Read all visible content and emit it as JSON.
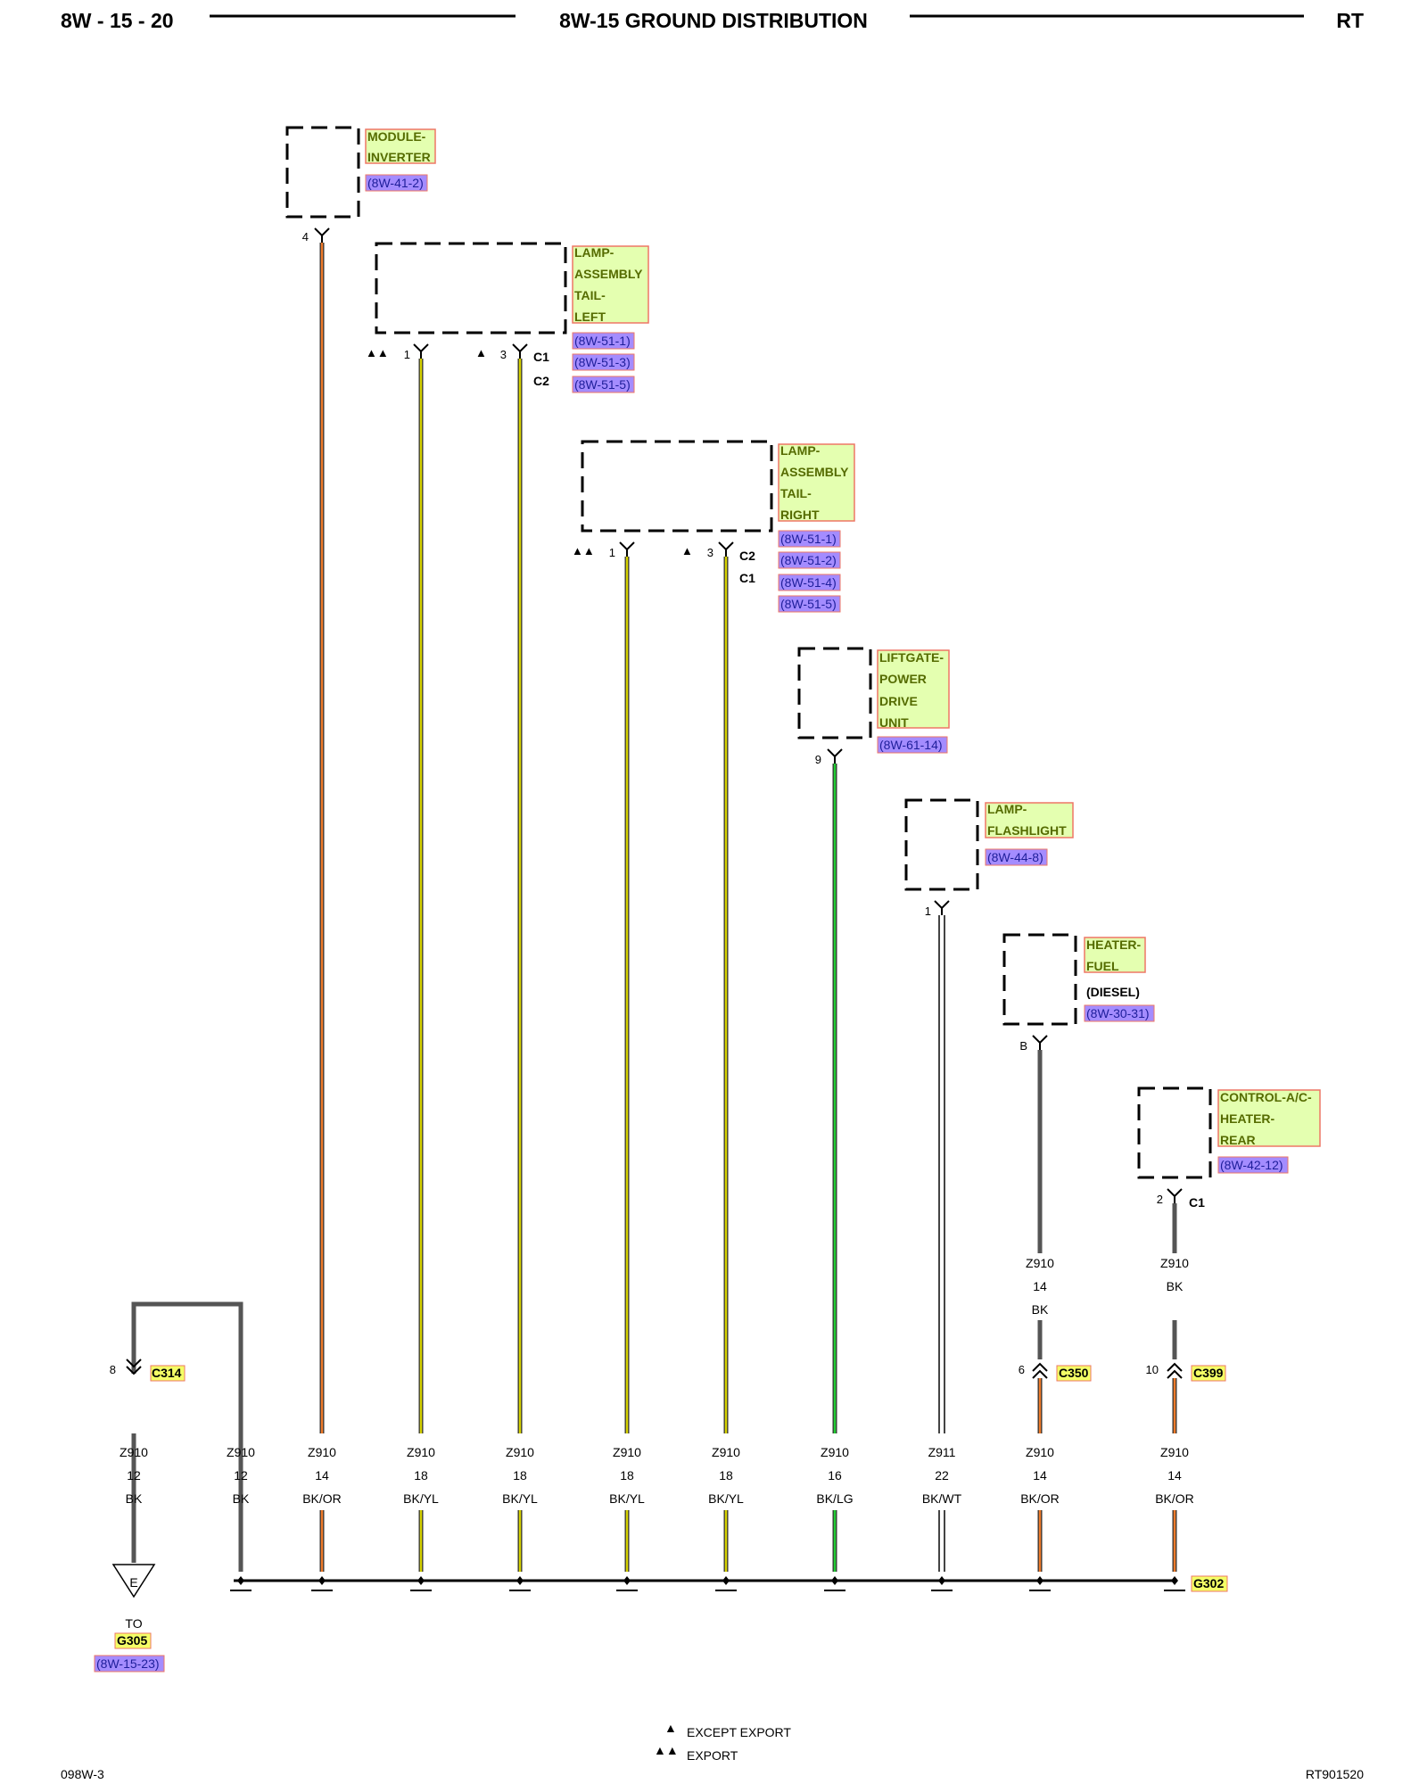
{
  "header": {
    "page_number": "8W - 15 - 20",
    "title": "8W-15 GROUND DISTRIBUTION",
    "model": "RT"
  },
  "colors": {
    "component_fill": "#e4ffb0",
    "component_border": "#ee7766",
    "component_text": "#556b00",
    "ref_fill": "#a48cff",
    "ref_text": "#1f1f9a",
    "splice_fill": "#f4ff66",
    "wire_bk": "#555555",
    "wire_or": "#f07b2a",
    "wire_yl": "#d6d200",
    "wire_lg": "#22cc33",
    "wire_wt": "#ffffff"
  },
  "components": [
    {
      "lines": [
        "MODULE-",
        "INVERTER"
      ],
      "refs": [
        "(8W-41-2)"
      ]
    },
    {
      "lines": [
        "LAMP-",
        "ASSEMBLY",
        "TAIL-",
        "LEFT"
      ],
      "refs": [
        "(8W-51-1)",
        "(8W-51-3)",
        "(8W-51-5)"
      ],
      "connectors": [
        "C1",
        "C2"
      ]
    },
    {
      "lines": [
        "LAMP-",
        "ASSEMBLY",
        "TAIL-",
        "RIGHT"
      ],
      "refs": [
        "(8W-51-1)",
        "(8W-51-2)",
        "(8W-51-4)",
        "(8W-51-5)"
      ],
      "connectors": [
        "C2",
        "C1"
      ]
    },
    {
      "lines": [
        "LIFTGATE-",
        "POWER",
        "DRIVE",
        "UNIT"
      ],
      "refs": [
        "(8W-61-14)"
      ]
    },
    {
      "lines": [
        "LAMP-",
        "FLASHLIGHT"
      ],
      "refs": [
        "(8W-44-8)"
      ]
    },
    {
      "lines": [
        "HEATER-",
        "FUEL"
      ],
      "note": "(DIESEL)",
      "refs": [
        "(8W-30-31)"
      ]
    },
    {
      "lines": [
        "CONTROL-A/C-",
        "HEATER-",
        "REAR"
      ],
      "refs": [
        "(8W-42-12)"
      ],
      "connectors": [
        "C1"
      ]
    }
  ],
  "pins": {
    "inverter": "4",
    "tail_left": [
      "1",
      "3"
    ],
    "tail_right": [
      "1",
      "3"
    ],
    "liftgate": "9",
    "flashlight": "1",
    "heater_fuel": "B",
    "rear_hvac": "2"
  },
  "export_marks": {
    "single": "▲",
    "double": "▲▲"
  },
  "inline_connectors": [
    {
      "pin": "8",
      "name": "C314"
    },
    {
      "pin": "6",
      "name": "C350"
    },
    {
      "pin": "10",
      "name": "C399"
    }
  ],
  "upper_wires": [
    {
      "circuit": "Z910",
      "gauge": "14",
      "color": "BK"
    },
    {
      "circuit": "Z910",
      "gauge": "",
      "color": "BK"
    }
  ],
  "wires": [
    {
      "circuit": "Z910",
      "gauge": "12",
      "color": "BK"
    },
    {
      "circuit": "Z910",
      "gauge": "12",
      "color": "BK"
    },
    {
      "circuit": "Z910",
      "gauge": "14",
      "color": "BK/OR"
    },
    {
      "circuit": "Z910",
      "gauge": "18",
      "color": "BK/YL"
    },
    {
      "circuit": "Z910",
      "gauge": "18",
      "color": "BK/YL"
    },
    {
      "circuit": "Z910",
      "gauge": "18",
      "color": "BK/YL"
    },
    {
      "circuit": "Z910",
      "gauge": "18",
      "color": "BK/YL"
    },
    {
      "circuit": "Z910",
      "gauge": "16",
      "color": "BK/LG"
    },
    {
      "circuit": "Z911",
      "gauge": "22",
      "color": "BK/WT"
    },
    {
      "circuit": "Z910",
      "gauge": "14",
      "color": "BK/OR"
    },
    {
      "circuit": "Z910",
      "gauge": "14",
      "color": "BK/OR"
    }
  ],
  "grounds": {
    "bus": "G302",
    "symbol_letter": "E",
    "to_label": "TO",
    "to_ground": "G305",
    "to_ref": "(8W-15-23)"
  },
  "legend": [
    {
      "symbol": "▲",
      "label": "EXCEPT EXPORT"
    },
    {
      "symbol": "▲▲",
      "label": "EXPORT"
    }
  ],
  "footer": {
    "left": "098W-3",
    "right": "RT901520"
  }
}
